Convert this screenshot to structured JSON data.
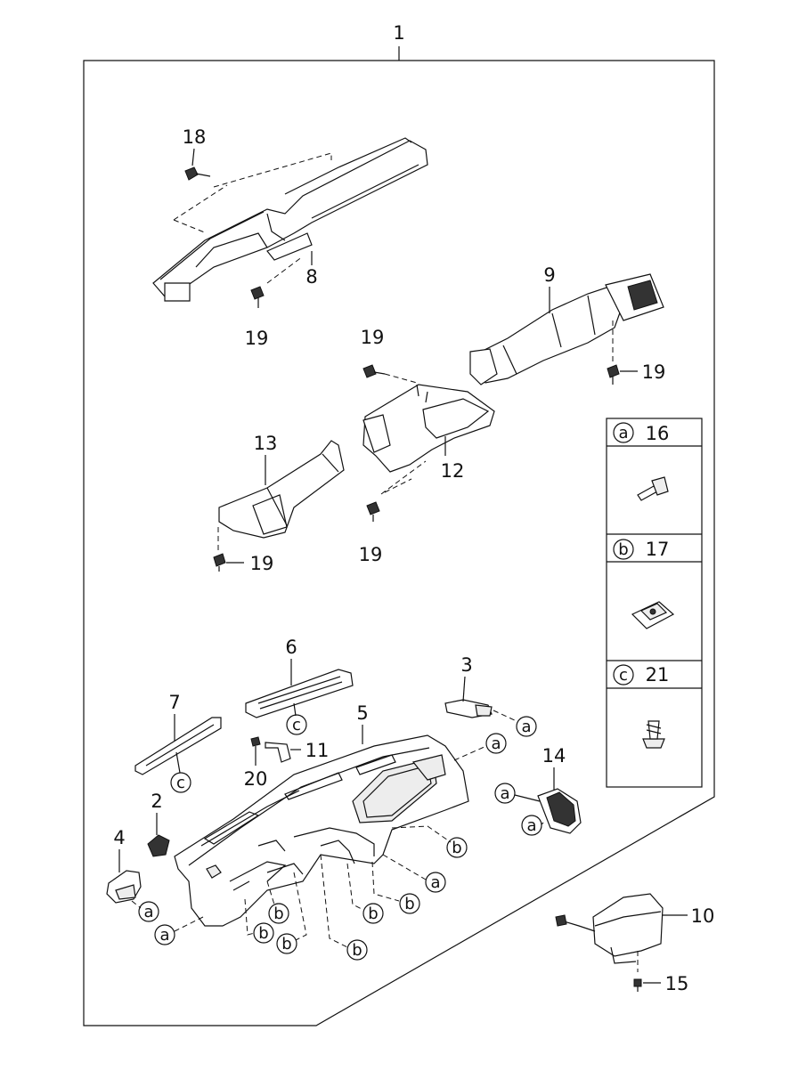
{
  "callouts": {
    "c1": "1",
    "c2": "2",
    "c3": "3",
    "c4": "4",
    "c5": "5",
    "c6": "6",
    "c7": "7",
    "c8": "8",
    "c9": "9",
    "c10": "10",
    "c11": "11",
    "c12": "12",
    "c13": "13",
    "c14": "14",
    "c15": "15",
    "c18": "18",
    "c19": "19",
    "c20": "20"
  },
  "legend": [
    {
      "letter": "a",
      "part": "16"
    },
    {
      "letter": "b",
      "part": "17"
    },
    {
      "letter": "c",
      "part": "21"
    }
  ],
  "letters": {
    "a": "a",
    "b": "b",
    "c": "c"
  }
}
